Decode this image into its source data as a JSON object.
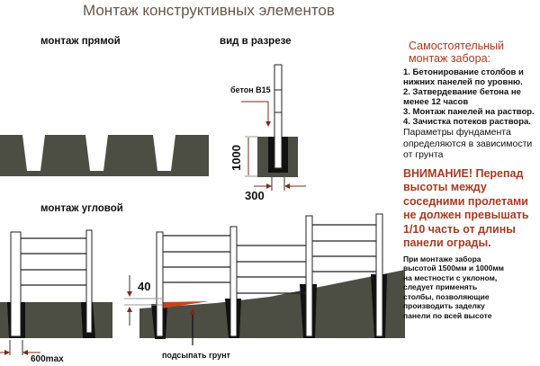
{
  "title": "Монтаж конструктивных элементов",
  "labels": {
    "straight": "монтаж прямой",
    "section": "вид в разрезе",
    "corner": "монтаж угловой",
    "concrete": "бетон В15",
    "depth": "1000",
    "width": "300",
    "gap": "40",
    "max": "600max",
    "fill_soil": "подсыпать грунт"
  },
  "sidebar": {
    "heading": "Самостоятельный монтаж забора:",
    "steps": [
      "1. Бетонирование столбов и нижних панелей по уровню.",
      "2. Затвердевание бетона не менее 12 часов",
      "3. Монтаж панелей на раствор.",
      "4. Зачистка потеков раствора."
    ],
    "params": "Параметры фундамента определяются в зависимости от грунта",
    "warning": "ВНИМАНИЕ! Перепад высоты между соседними пролетами не должен превышать 1/10 часть от длины панели ограды.",
    "note": "При монтаже забора высотой 1500мм и 1000мм на местности с уклоном, следует применять столбы, позволяющие производить заделку панели по всей высоте"
  },
  "colors": {
    "ground": "#4c4e43",
    "accent": "#a53a22",
    "fill": "#c2461c"
  }
}
